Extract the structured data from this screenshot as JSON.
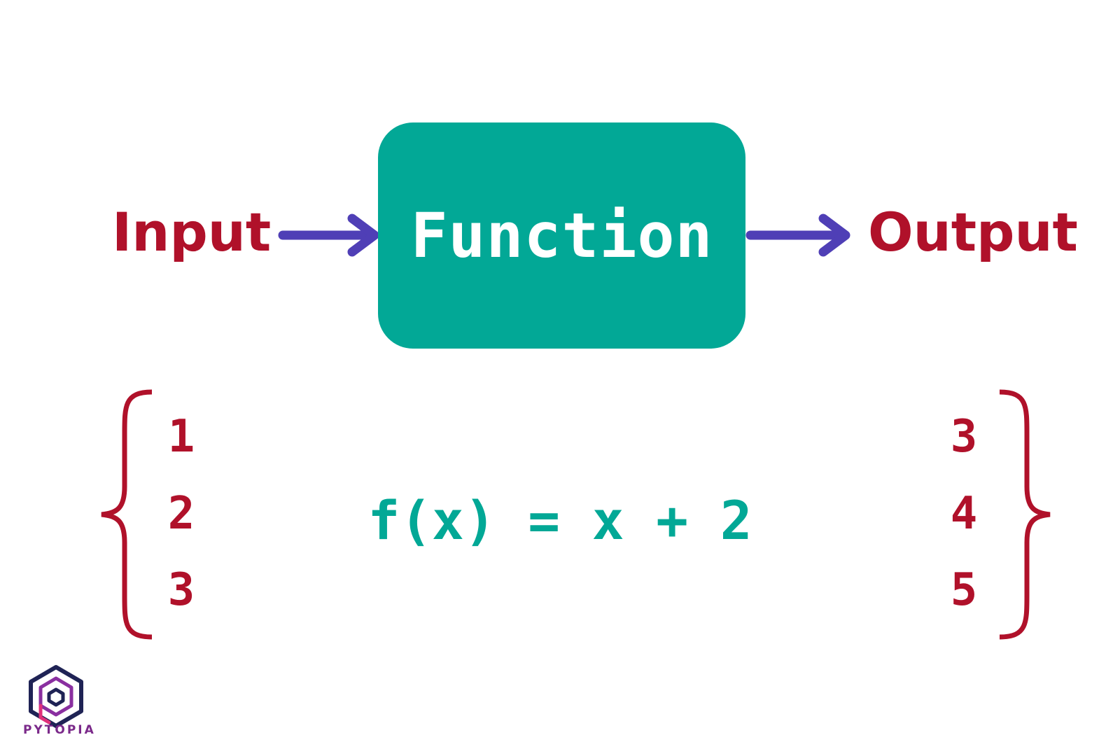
{
  "diagram": {
    "input_label": "Input",
    "function_label": "Function",
    "output_label": "Output",
    "inputs": [
      "1",
      "2",
      "3"
    ],
    "formula": "f(x) = x + 2",
    "outputs": [
      "3",
      "4",
      "5"
    ]
  },
  "logo": {
    "text": "PYTOPIA"
  },
  "colors": {
    "label_red": "#b0112a",
    "function_teal": "#02a896",
    "arrow_purple": "#4f3fb6",
    "background": "#ffffff"
  }
}
